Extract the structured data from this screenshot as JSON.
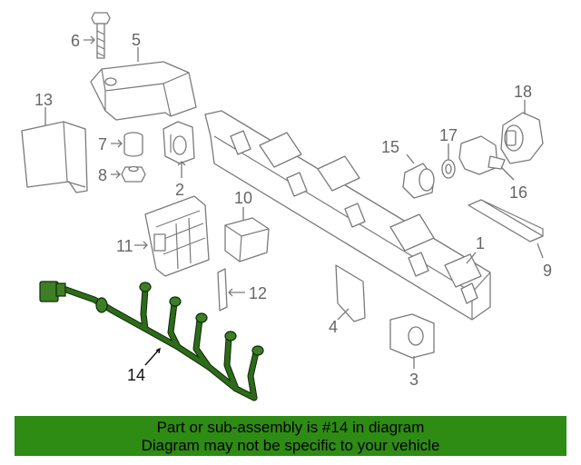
{
  "callouts": {
    "c1": "1",
    "c2": "2",
    "c3": "3",
    "c4": "4",
    "c5": "5",
    "c6": "6",
    "c7": "7",
    "c8": "8",
    "c9": "9",
    "c10": "10",
    "c11": "11",
    "c12": "12",
    "c13": "13",
    "c14": "14",
    "c15": "15",
    "c16": "16",
    "c17": "17",
    "c18": "18"
  },
  "highlight": {
    "part_number": "14",
    "color": "#2d6b1a"
  },
  "banner": {
    "line1": "Part or sub-assembly is #14 in diagram",
    "line2": "Diagram may not be specific to your vehicle",
    "background": "#2e8b14"
  }
}
